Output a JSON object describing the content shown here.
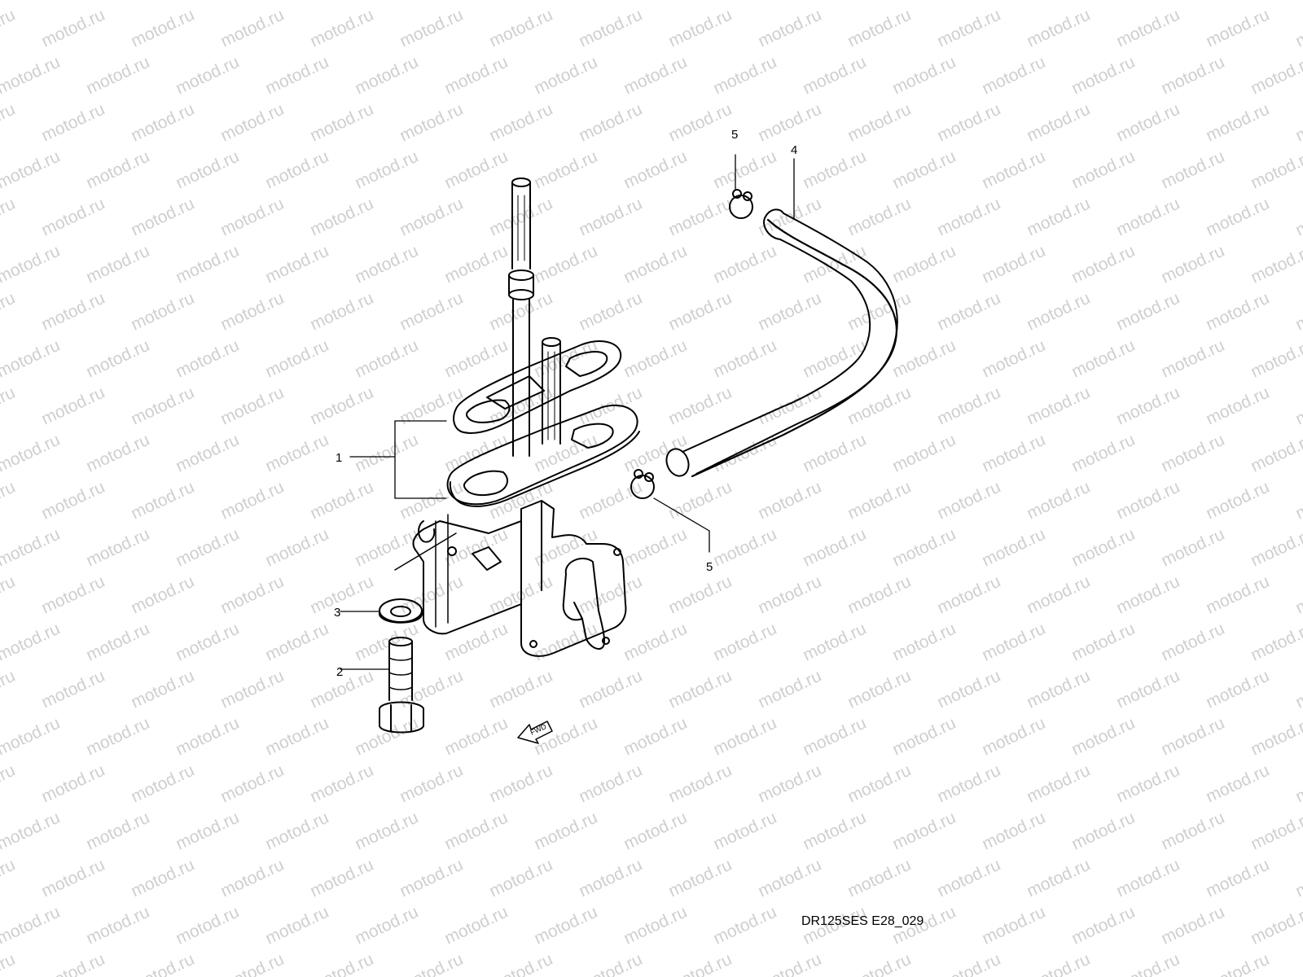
{
  "watermark": "motod.ru",
  "callouts": {
    "c1": "1",
    "c2": "2",
    "c3": "3",
    "c4": "4",
    "c5a": "5",
    "c5b": "5"
  },
  "fwd_label": "FWD",
  "caption": "DR125SES E28_029",
  "colors": {
    "line": "#000000",
    "watermark": "#cfcfcf"
  }
}
